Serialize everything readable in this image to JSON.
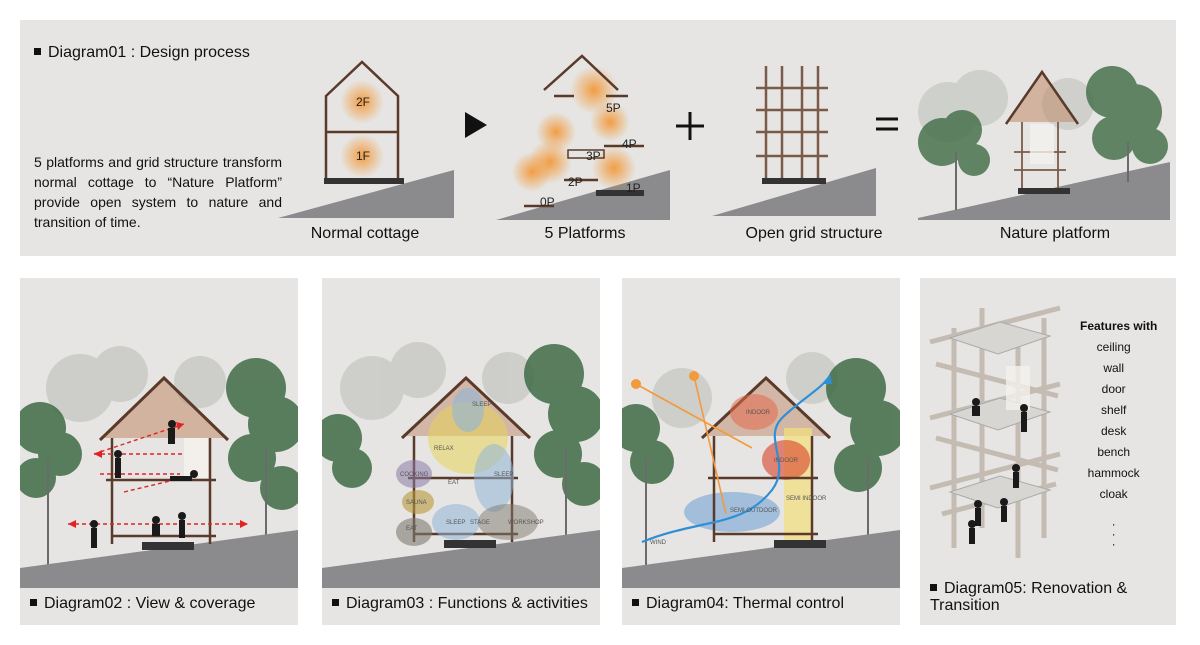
{
  "diagram01": {
    "title": "Diagram01 : Design process",
    "description": "5 platforms and grid structure transform normal cottage to “Nature Platform” provide open system to nature and transition of time.",
    "stages": [
      {
        "label": "Normal cottage"
      },
      {
        "label": "5 Platforms"
      },
      {
        "label": "Open grid structure"
      },
      {
        "label": "Nature platform"
      }
    ],
    "operators": {
      "arrow": "▶",
      "plus": "+",
      "equals": "="
    },
    "floors": [
      "2F",
      "1F"
    ],
    "platforms": [
      "5P",
      "4P",
      "3P",
      "2P",
      "1P",
      "0P"
    ]
  },
  "diagram02": {
    "title": "Diagram02 : View & coverage"
  },
  "diagram03": {
    "title": "Diagram03 : Functions & activities",
    "zones": [
      "SLEEP",
      "RELAX",
      "COOKING",
      "SLEEP",
      "EAT",
      "SAUNA",
      "EAT",
      "SLEEP",
      "STAGE",
      "WORKSHOP"
    ]
  },
  "diagram04": {
    "title": "Diagram04: Thermal control",
    "zones": [
      "INDOOR",
      "INDOOR",
      "SEMI OUTDOOR",
      "SEMI INDOOR",
      "WIND"
    ]
  },
  "diagram05": {
    "title": "Diagram05: Renovation & Transition",
    "features_heading": "Features with",
    "features": [
      "ceiling",
      "wall",
      "door",
      "shelf",
      "desk",
      "bench",
      "hammock",
      "cloak"
    ],
    "ellipsis": [
      "·",
      "·",
      "·"
    ]
  },
  "colors": {
    "panel": "#e6e5e3",
    "ground": "#8b8a8c",
    "structure": "#5a3a2a",
    "glow": "#f29a3c",
    "tree": "#3f6b45"
  }
}
